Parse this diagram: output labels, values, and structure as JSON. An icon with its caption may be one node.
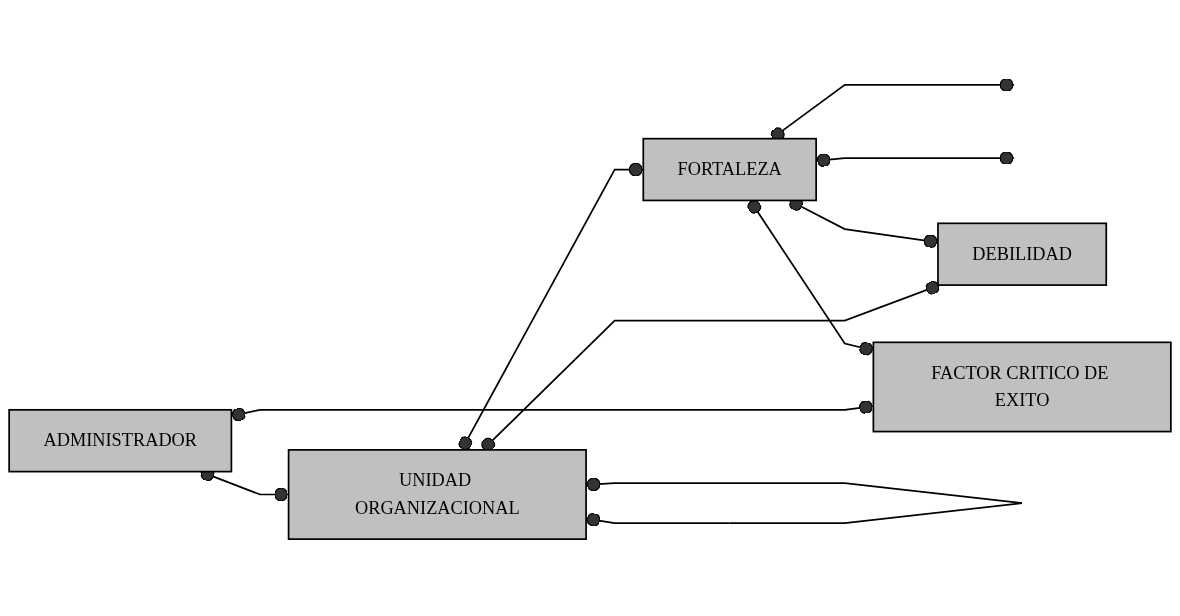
{
  "diagram": {
    "nodes": [
      {
        "text": [
          "ADMINISTRADOR"
        ]
      },
      {
        "text": [
          "UNIDAD ORGANIZACIONAL"
        ]
      },
      {
        "text": [
          "FORTALEZA"
        ]
      },
      {
        "text": [
          "DEBILIDAD"
        ]
      },
      {
        "text": [
          "FACTOR CRITICO DE EXITO"
        ]
      }
    ],
    "edges": [
      {
        "from": 0,
        "to": 1,
        "arrow": "other"
      },
      {
        "from": 1,
        "to": 2,
        "arrow": "other"
      },
      {
        "from": 1,
        "to": 1,
        "arrow": "other"
      },
      {
        "from": 2,
        "to": null,
        "arrow": "other"
      },
      {
        "from": 2,
        "to": null,
        "arrow": "other"
      },
      {
        "from": 0,
        "to": 4,
        "arrow": "other"
      },
      {
        "from": 1,
        "to": 3,
        "arrow": "other"
      },
      {
        "from": 2,
        "to": 3,
        "arrow": "other"
      },
      {
        "from": 2,
        "to": 4,
        "arrow": "other"
      }
    ]
  }
}
